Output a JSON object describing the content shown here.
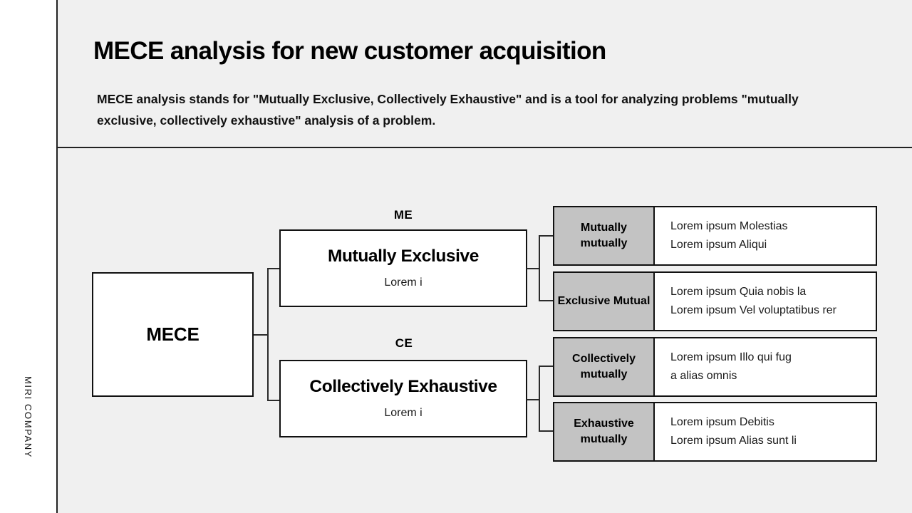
{
  "sidebar": {
    "brand": "MIRI COMPANY"
  },
  "header": {
    "title": "MECE analysis for new customer acquisition",
    "subtitle": "MECE analysis stands for \"Mutually Exclusive, Collectively Exhaustive\" and is a tool for analyzing problems \"mutually exclusive, collectively exhaustive\" analysis of a problem."
  },
  "diagram": {
    "root": {
      "label": "MECE"
    },
    "branches": [
      {
        "tag": "ME",
        "title": "Mutually Exclusive",
        "subtitle": "Lorem i"
      },
      {
        "tag": "CE",
        "title": "Collectively Exhaustive",
        "subtitle": "Lorem i"
      }
    ],
    "details": [
      {
        "key": "Mutually mutually",
        "line1": "Lorem ipsum Molestias",
        "line2": "Lorem ipsum Aliqui"
      },
      {
        "key": "Exclusive Mutual",
        "line1": "Lorem ipsum Quia nobis la",
        "line2": "Lorem ipsum Vel voluptatibus rer"
      },
      {
        "key": "Collectively mutually",
        "line1": "Lorem ipsum Illo qui fug",
        "line2": "a alias omnis"
      },
      {
        "key": "Exhaustive mutually",
        "line1": "Lorem ipsum Debitis",
        "line2": "Lorem ipsum Alias sunt li"
      }
    ]
  },
  "colors": {
    "canvas_bg": "#f0f0f0",
    "rail_bg": "#ffffff",
    "line": "#111111",
    "detail_key_bg": "#c3c3c3",
    "text": "#000000"
  }
}
